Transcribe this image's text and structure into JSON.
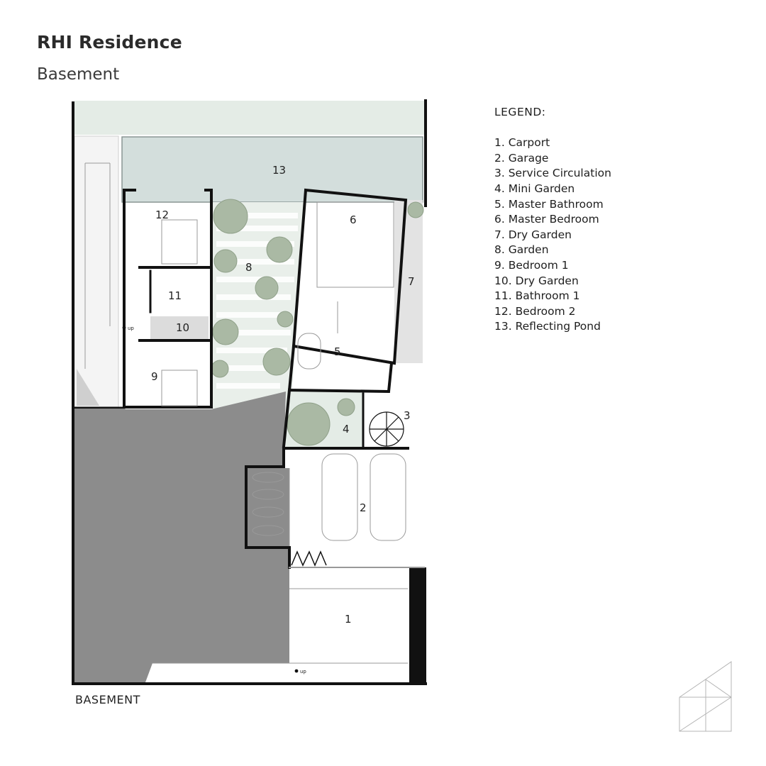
{
  "header": {
    "title": "RHI Residence",
    "subtitle": "Basement"
  },
  "legend": {
    "title": "LEGEND:",
    "items": [
      "1. Carport",
      "2. Garage",
      "3. Service Circulation",
      "4. Mini Garden",
      "5. Master Bathroom",
      "6. Master Bedroom",
      "7. Dry Garden",
      "8. Garden",
      "9. Bedroom 1",
      "10. Dry Garden",
      "11. Bathroom 1",
      "12. Bedroom 2",
      "13. Reflecting Pond"
    ]
  },
  "plan": {
    "label": "BASEMENT",
    "room_numbers": [
      "1",
      "2",
      "3",
      "4",
      "5",
      "6",
      "7",
      "8",
      "9",
      "10",
      "11",
      "12",
      "13"
    ],
    "stair_label": "up",
    "colors": {
      "wall": "#111111",
      "garden": "#e4ece6",
      "pond": "#d3dedc",
      "tree": "#aab9a4",
      "solid": "#8c8c8c",
      "dry_garden": "#e3e3e3"
    }
  }
}
